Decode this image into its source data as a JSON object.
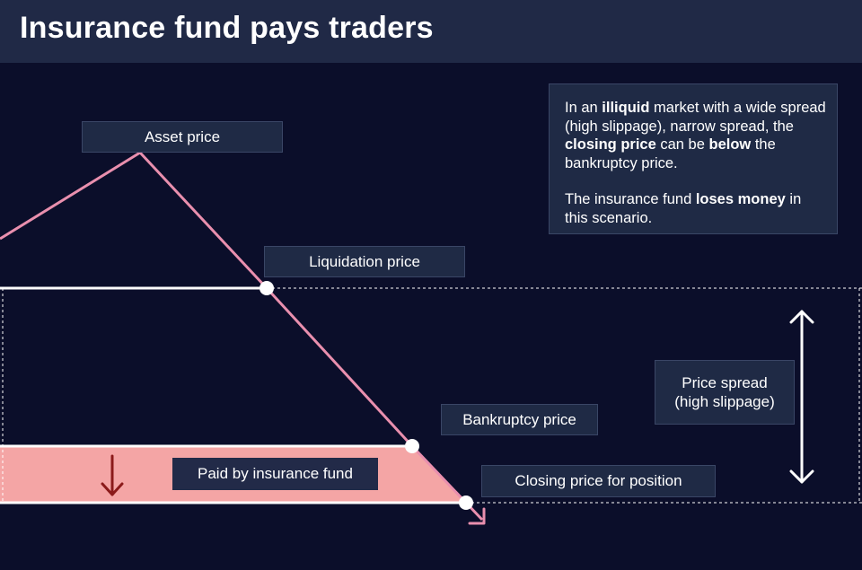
{
  "title": "Insurance fund pays traders",
  "colors": {
    "background": "#0b0e2a",
    "header": "#202946",
    "price_line": "#e98fae",
    "fund_band": "#f4a5a5",
    "down_arrow": "#8b1a1a",
    "label_box": "#1f2a45"
  },
  "labels": {
    "asset_price": "Asset price",
    "liquidation_price": "Liquidation price",
    "bankruptcy_price": "Bankruptcy price",
    "closing_price": "Closing price for position",
    "paid_by_fund": "Paid by insurance fund",
    "price_spread_line1": "Price spread",
    "price_spread_line2": "(high slippage)"
  },
  "info": {
    "p1_a": "In an ",
    "p1_b": "illiquid",
    "p1_c": " market with a wide spread (high slippage), narrow spread, the ",
    "p1_d": "closing price",
    "p1_e": " can be ",
    "p1_f": "below",
    "p1_g": " the bankruptcy price.",
    "p2_a": "The insurance fund ",
    "p2_b": "loses money",
    "p2_c": " in this scenario."
  },
  "icons": {
    "down_arrow": "arrow-down-icon",
    "spread_arrow": "double-arrow-vertical-icon"
  }
}
